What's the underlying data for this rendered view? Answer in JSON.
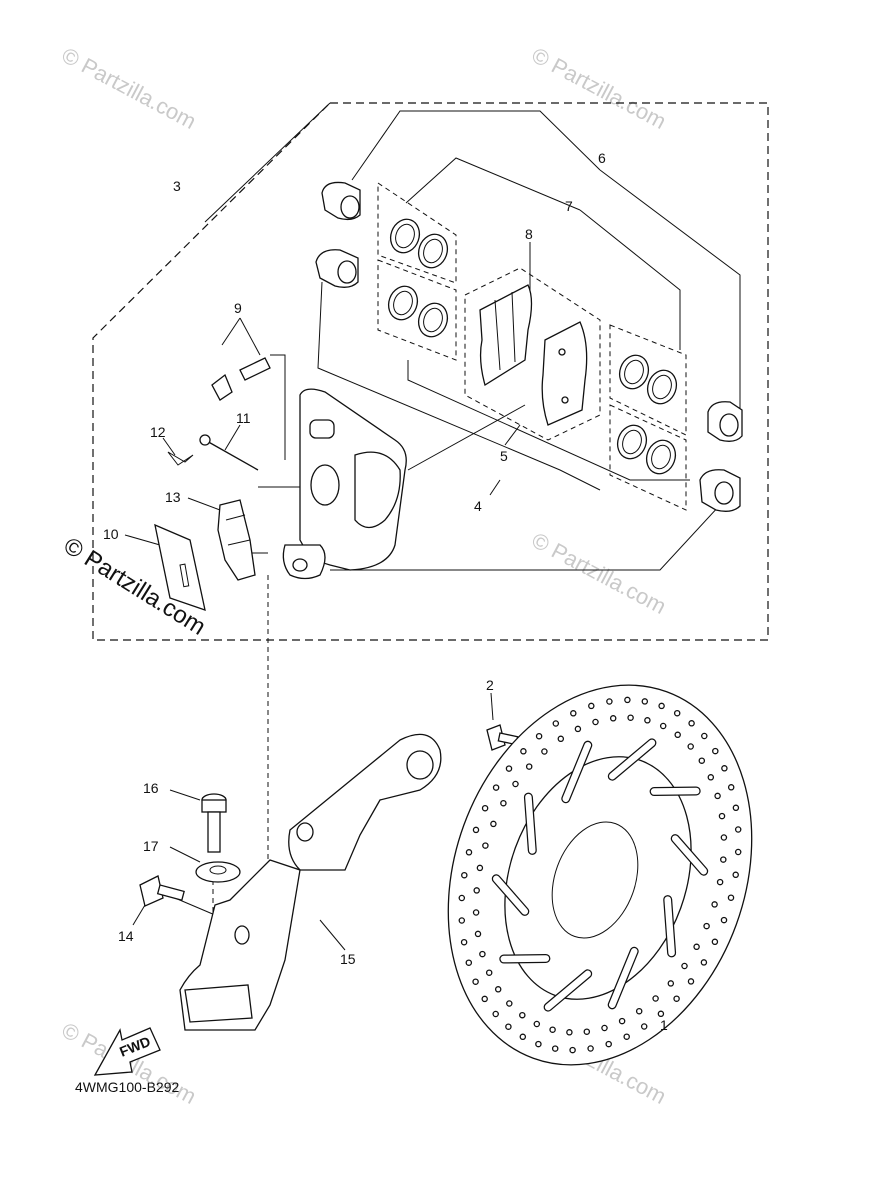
{
  "diagram": {
    "code": "4WMG100-B292",
    "direction_label": "FWD",
    "callouts": [
      "1",
      "2",
      "3",
      "4",
      "5",
      "6",
      "7",
      "8",
      "9",
      "10",
      "11",
      "12",
      "13",
      "14",
      "15",
      "16",
      "17"
    ]
  },
  "watermarks": {
    "text": "© Partzilla.com",
    "prominent": "© Partzilla.com"
  }
}
